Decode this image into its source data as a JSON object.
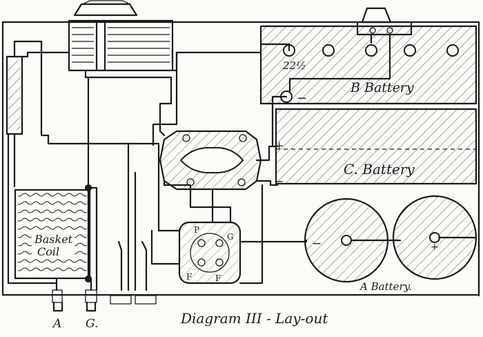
{
  "diagram": {
    "title": "Diagram III - Lay-out",
    "labels": {
      "b_battery": "B Battery",
      "c_battery": "C. Battery",
      "a_battery": "A Battery.",
      "basket_coil_line1": "Basket",
      "basket_coil_line2": "Coil",
      "terminal_a": "A",
      "terminal_g": "G.",
      "tap_22": "22½",
      "minus_b": "−",
      "plus_c": "+",
      "minus_c": "−",
      "minus_a": "−",
      "plus_a": "+",
      "socket_p": "P",
      "socket_g": "G",
      "socket_f1": "F",
      "socket_f2": "F"
    },
    "colors": {
      "ink": "#1a1a1a",
      "paper": "#fbfbf8"
    }
  }
}
